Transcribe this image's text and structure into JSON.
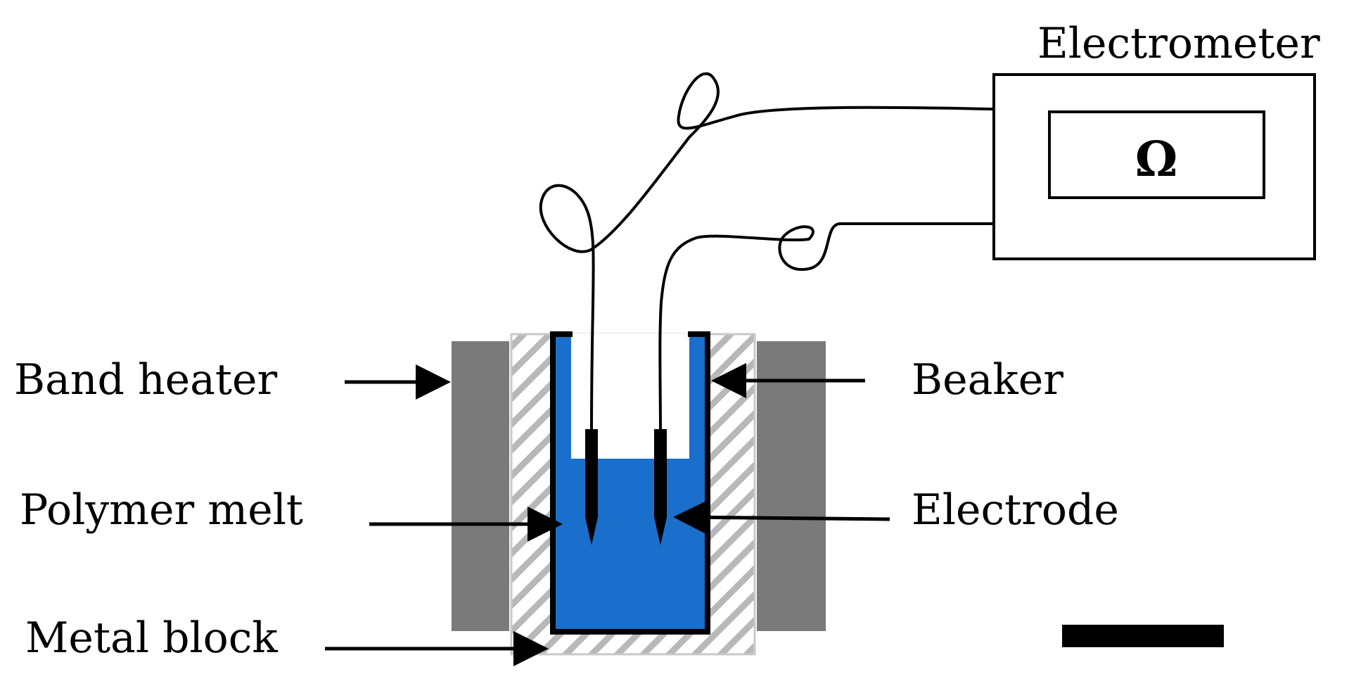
{
  "labels": {
    "electrometer": "Electrometer",
    "ohm_symbol": "Ω",
    "band_heater": "Band heater",
    "beaker": "Beaker",
    "polymer_melt": "Polymer melt",
    "electrode": "Electrode",
    "metal_block": "Metal block"
  },
  "colors": {
    "polymer_melt": "#1a6fcc",
    "band_heater": "#7a7a7a",
    "metal_block_hatch": "#b8b8b8",
    "line": "#000000"
  }
}
